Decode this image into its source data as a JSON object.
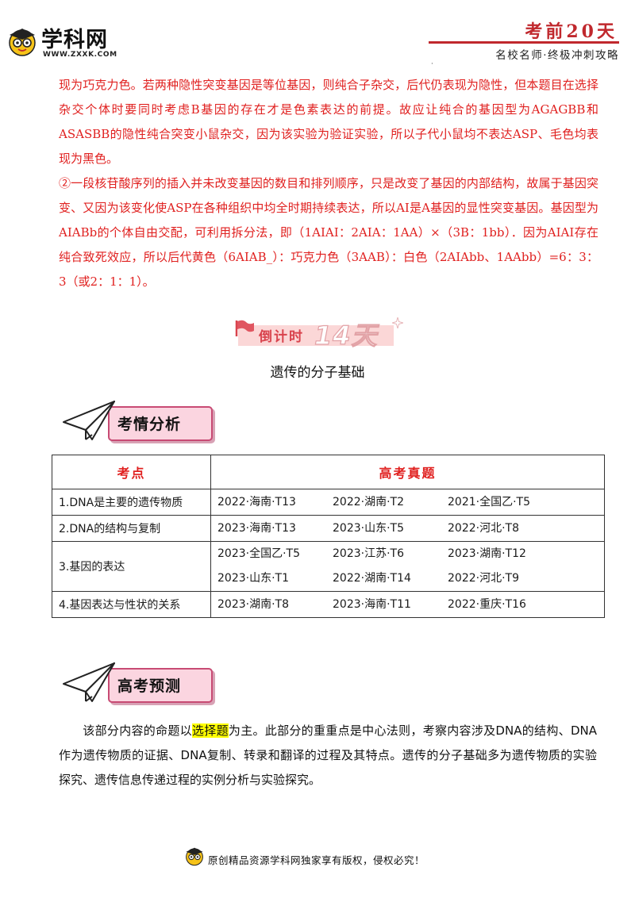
{
  "header": {
    "logo_name": "学科网",
    "logo_url": "WWW.ZXXK.COM",
    "title": "考前20天",
    "subtitle": "名校名师·终极冲刺攻略"
  },
  "analysis": {
    "para1": "现为巧克力色。若两种隐性突变基因是等位基因，则纯合子杂交，后代仍表现为隐性，但本题目在选择杂交个体时要同时考虑B基因的存在才是色素表达的前提。故应让纯合的基因型为AGAGBB和ASASBB的隐性纯合突变小鼠杂交，因为该实验为验证实验，所以子代小鼠均不表达ASP、毛色均表现为黑色。",
    "para2": "②一段核苷酸序列的插入并未改变基因的数目和排列顺序，只是改变了基因的内部结构，故属于基因突变、又因为该变化使ASP在各种组织中均全时期持续表达，所以AI是A基因的显性突变基因。基因型为AIABb的个体自由交配，可利用拆分法，即（1AIAI：2AIA：1AA）×（3B：1bb）．因为AIAI存在纯合致死效应，所以后代黄色（6AIAB_）：巧克力色（3AAB）：白色（2AIAbb、1AAbb）=6：3：3（或2：1：1）。"
  },
  "countdown": {
    "label": "倒计时",
    "days": "14天"
  },
  "section_title": "遗传的分子基础",
  "exam_section": {
    "header": "考情分析",
    "table": {
      "col_points": "考点",
      "col_exams": "高考真题",
      "rows": [
        {
          "point": "1.DNA是主要的遗传物质",
          "lines": [
            [
              "2022·海南·T13",
              "2022·湖南·T2",
              "2021·全国乙·T5"
            ]
          ]
        },
        {
          "point": "2.DNA的结构与复制",
          "lines": [
            [
              "2023·海南·T13",
              "2023·山东·T5",
              "2022·河北·T8"
            ]
          ]
        },
        {
          "point": "3.基因的表达",
          "lines": [
            [
              "2023·全国乙·T5",
              "2023·江苏·T6",
              "2023·湖南·T12"
            ],
            [
              "2023·山东·T1",
              "2022·湖南·T14",
              "2022·河北·T9"
            ]
          ]
        },
        {
          "point": "4.基因表达与性状的关系",
          "lines": [
            [
              "2023·湖南·T8",
              "2023·海南·T11",
              "2022·重庆·T16"
            ]
          ]
        }
      ]
    }
  },
  "forecast_section": {
    "header": "高考预测",
    "text_before": "该部分内容的命题以",
    "highlight": "选择题",
    "text_after": "为主。此部分的重重点是中心法则，考察内容涉及DNA的结构、DNA作为遗传物质的证据、DNA复制、转录和翻译的过程及其特点。遗传的分子基础多为遗传物质的实验探究、遗传信息传递过程的实例分析与实验探究。"
  },
  "footer": {
    "text": "原创精品资源学科网独家享有版权，侵权必究！"
  }
}
